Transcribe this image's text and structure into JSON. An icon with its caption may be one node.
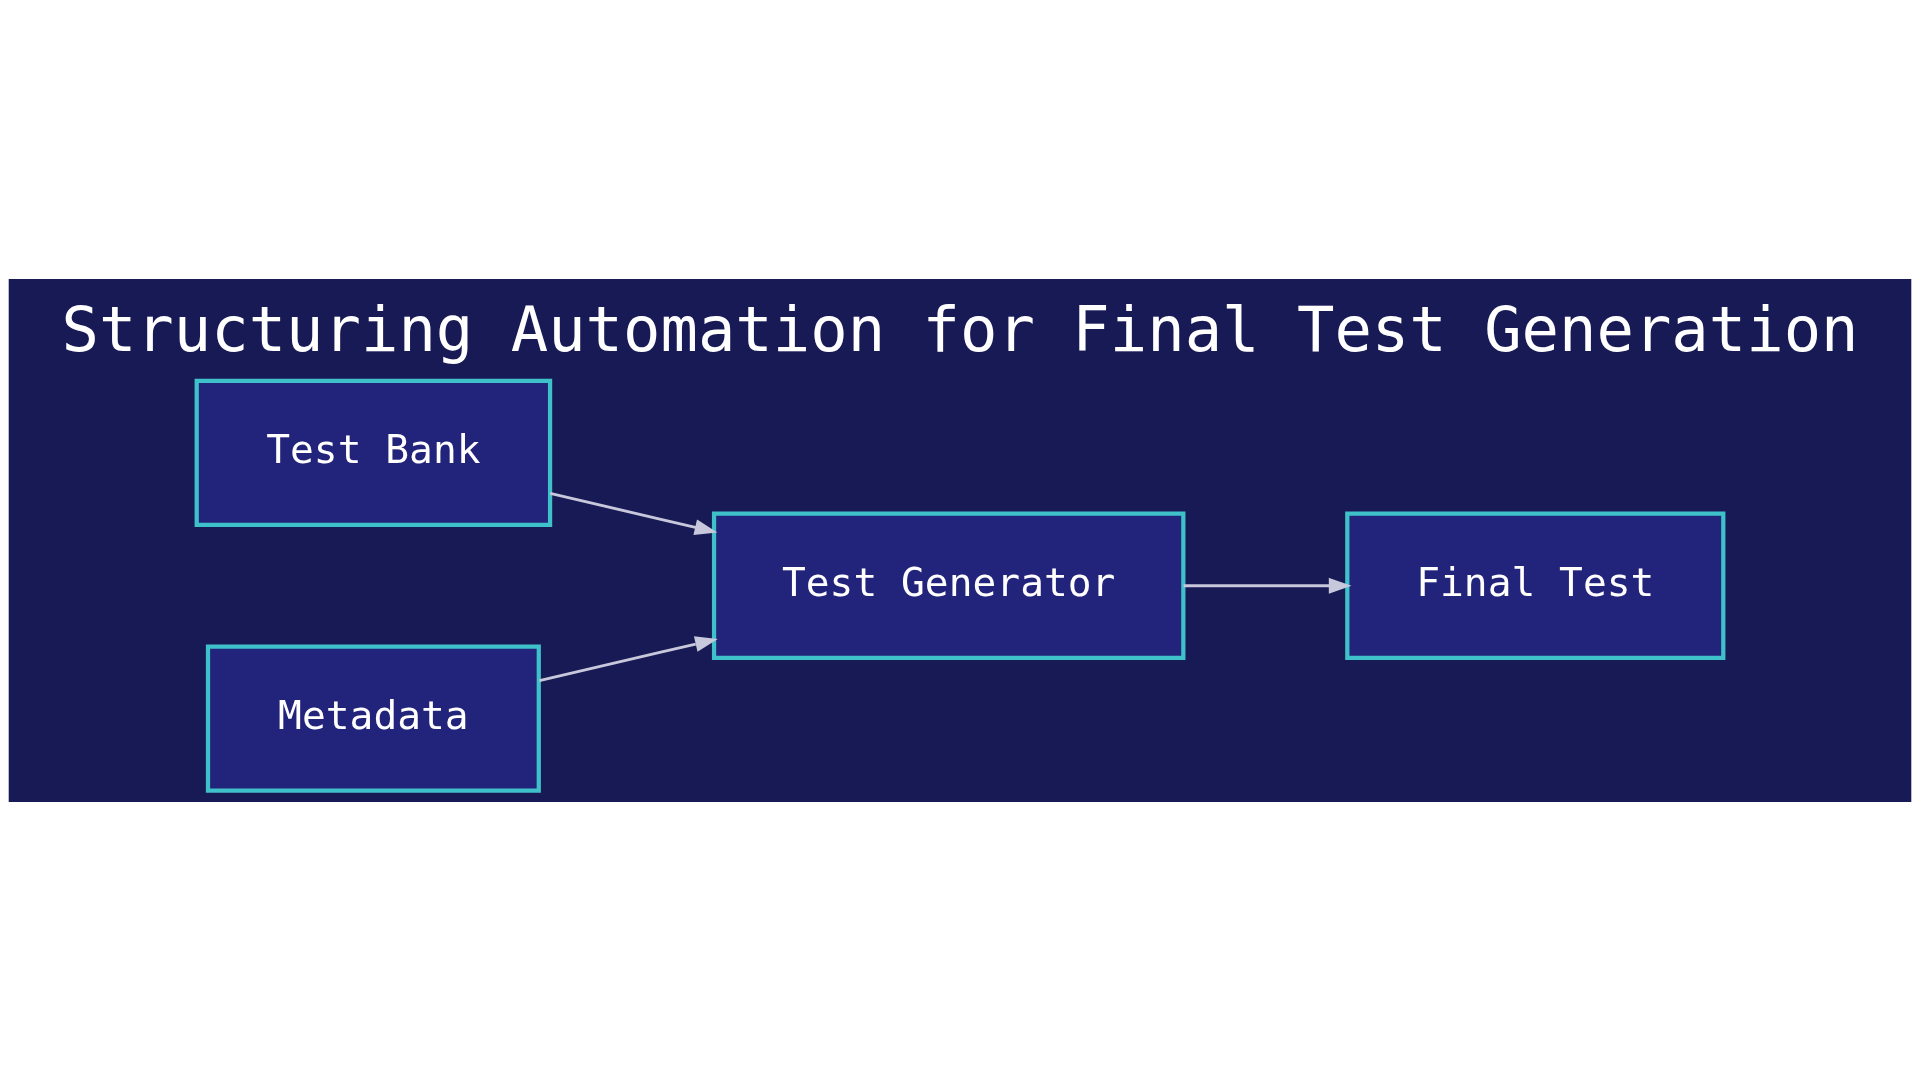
{
  "diagram": {
    "title": "Structuring Automation for Final Test Generation",
    "nodes": [
      {
        "text": [
          "Test Bank"
        ]
      },
      {
        "text": [
          "Metadata"
        ]
      },
      {
        "text": [
          "Test Generator"
        ]
      },
      {
        "text": [
          "Final Test"
        ]
      }
    ],
    "edges": [
      {
        "from": 0,
        "to": 2,
        "arrow": "to"
      },
      {
        "from": 1,
        "to": 2,
        "arrow": "to"
      },
      {
        "from": 2,
        "to": 3,
        "arrow": "to"
      }
    ]
  }
}
